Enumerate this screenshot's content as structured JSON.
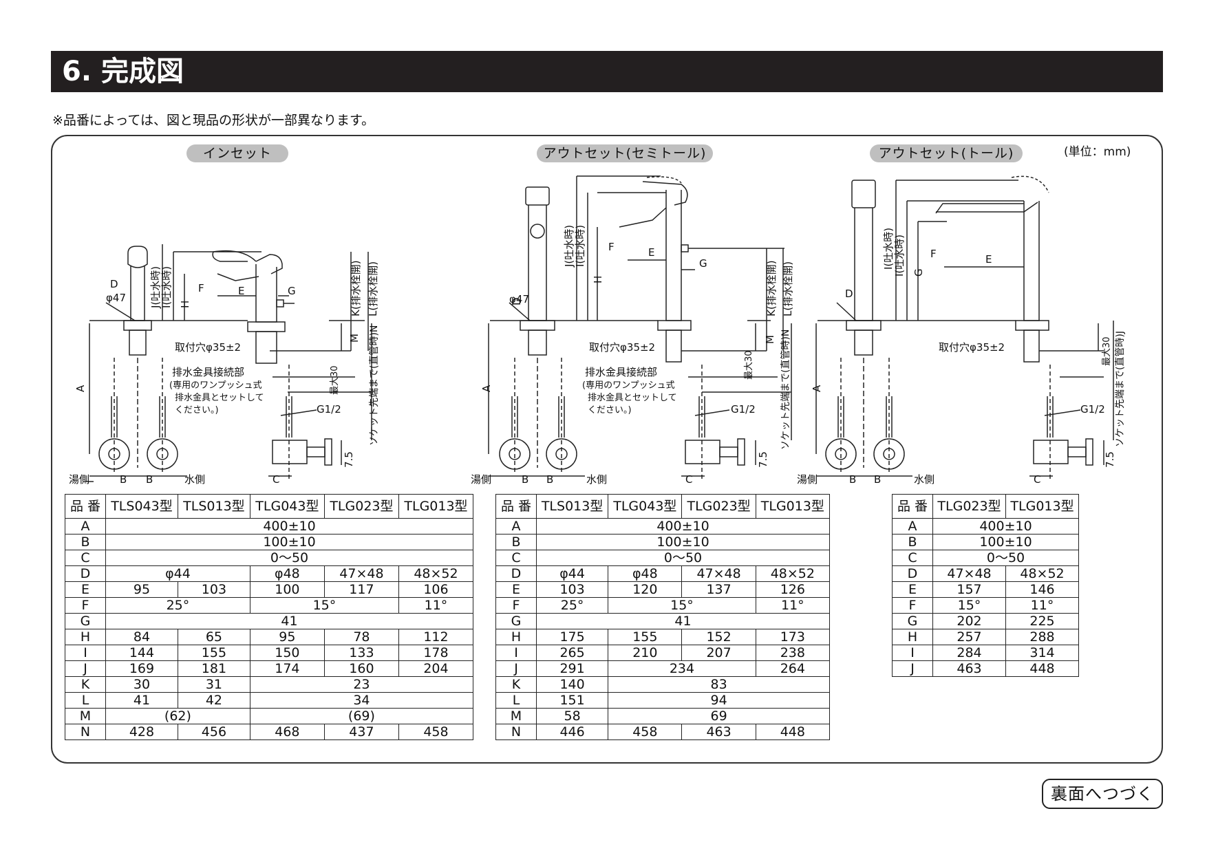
{
  "section_title": "6. 完成図",
  "note": "※品番によっては、図と現品の形状が一部異なります。",
  "unit": "(単位：mm)",
  "continue_label": "裏面へつづく",
  "panels": [
    {
      "title": "インセット"
    },
    {
      "title": "アウトセット(セミトール)"
    },
    {
      "title": "アウトセット(トール)"
    }
  ],
  "labels": {
    "D": "D",
    "phi47": "φ47",
    "J_spout": "J(吐水時)",
    "I_spout": "I(吐水時)",
    "H": "H",
    "G": "G",
    "F": "F",
    "E": "E",
    "A": "A",
    "B": "B",
    "C": "C",
    "M": "M",
    "K_open": "K(排水栓開)",
    "L_open": "L(排水栓開)",
    "N_socket": "ソケット先端まで(直管時)N",
    "J_socket": "ソケット先端まで(直管時)J",
    "hole": "取付穴φ35±2",
    "drain_title": "排水金具接続部",
    "drain_note1": "(専用のワンプッシュ式",
    "drain_note2": "排水金具とセットして",
    "drain_note3": "ください。)",
    "max30": "最大30",
    "g12": "G1/2",
    "d75": "7.5",
    "hot_side": "湯側",
    "water_side": "水側"
  },
  "tables": [
    {
      "key_header": "品 番",
      "columns": [
        "TLS043型",
        "TLS013型",
        "TLG043型",
        "TLG023型",
        "TLG013型"
      ],
      "rows": [
        {
          "key": "A",
          "cells": [
            {
              "v": "400±10",
              "span": 5
            }
          ]
        },
        {
          "key": "B",
          "cells": [
            {
              "v": "100±10",
              "span": 5
            }
          ]
        },
        {
          "key": "C",
          "cells": [
            {
              "v": "0〜50",
              "span": 5
            }
          ]
        },
        {
          "key": "D",
          "cells": [
            {
              "v": "φ44",
              "span": 2
            },
            {
              "v": "φ48",
              "span": 1
            },
            {
              "v": "47×48",
              "span": 1
            },
            {
              "v": "48×52",
              "span": 1
            }
          ]
        },
        {
          "key": "E",
          "cells": [
            {
              "v": "95",
              "span": 1
            },
            {
              "v": "103",
              "span": 1
            },
            {
              "v": "100",
              "span": 1
            },
            {
              "v": "117",
              "span": 1
            },
            {
              "v": "106",
              "span": 1
            }
          ]
        },
        {
          "key": "F",
          "cells": [
            {
              "v": "25°",
              "span": 2
            },
            {
              "v": "15°",
              "span": 2
            },
            {
              "v": "11°",
              "span": 1
            }
          ]
        },
        {
          "key": "G",
          "cells": [
            {
              "v": "41",
              "span": 5
            }
          ]
        },
        {
          "key": "H",
          "cells": [
            {
              "v": "84",
              "span": 1
            },
            {
              "v": "65",
              "span": 1
            },
            {
              "v": "95",
              "span": 1
            },
            {
              "v": "78",
              "span": 1
            },
            {
              "v": "112",
              "span": 1
            }
          ]
        },
        {
          "key": "I",
          "cells": [
            {
              "v": "144",
              "span": 1
            },
            {
              "v": "155",
              "span": 1
            },
            {
              "v": "150",
              "span": 1
            },
            {
              "v": "133",
              "span": 1
            },
            {
              "v": "178",
              "span": 1
            }
          ]
        },
        {
          "key": "J",
          "cells": [
            {
              "v": "169",
              "span": 1
            },
            {
              "v": "181",
              "span": 1
            },
            {
              "v": "174",
              "span": 1
            },
            {
              "v": "160",
              "span": 1
            },
            {
              "v": "204",
              "span": 1
            }
          ]
        },
        {
          "key": "K",
          "cells": [
            {
              "v": "30",
              "span": 1
            },
            {
              "v": "31",
              "span": 1
            },
            {
              "v": "23",
              "span": 3
            }
          ]
        },
        {
          "key": "L",
          "cells": [
            {
              "v": "41",
              "span": 1
            },
            {
              "v": "42",
              "span": 1
            },
            {
              "v": "34",
              "span": 3
            }
          ]
        },
        {
          "key": "M",
          "cells": [
            {
              "v": "(62)",
              "span": 2
            },
            {
              "v": "(69)",
              "span": 3
            }
          ]
        },
        {
          "key": "N",
          "cells": [
            {
              "v": "428",
              "span": 1
            },
            {
              "v": "456",
              "span": 1
            },
            {
              "v": "468",
              "span": 1
            },
            {
              "v": "437",
              "span": 1
            },
            {
              "v": "458",
              "span": 1
            }
          ]
        }
      ]
    },
    {
      "key_header": "品 番",
      "columns": [
        "TLS013型",
        "TLG043型",
        "TLG023型",
        "TLG013型"
      ],
      "rows": [
        {
          "key": "A",
          "cells": [
            {
              "v": "400±10",
              "span": 4
            }
          ]
        },
        {
          "key": "B",
          "cells": [
            {
              "v": "100±10",
              "span": 4
            }
          ]
        },
        {
          "key": "C",
          "cells": [
            {
              "v": "0〜50",
              "span": 4
            }
          ]
        },
        {
          "key": "D",
          "cells": [
            {
              "v": "φ44",
              "span": 1
            },
            {
              "v": "φ48",
              "span": 1
            },
            {
              "v": "47×48",
              "span": 1
            },
            {
              "v": "48×52",
              "span": 1
            }
          ]
        },
        {
          "key": "E",
          "cells": [
            {
              "v": "103",
              "span": 1
            },
            {
              "v": "120",
              "span": 1
            },
            {
              "v": "137",
              "span": 1
            },
            {
              "v": "126",
              "span": 1
            }
          ]
        },
        {
          "key": "F",
          "cells": [
            {
              "v": "25°",
              "span": 1
            },
            {
              "v": "15°",
              "span": 2
            },
            {
              "v": "11°",
              "span": 1
            }
          ]
        },
        {
          "key": "G",
          "cells": [
            {
              "v": "41",
              "span": 4
            }
          ]
        },
        {
          "key": "H",
          "cells": [
            {
              "v": "175",
              "span": 1
            },
            {
              "v": "155",
              "span": 1
            },
            {
              "v": "152",
              "span": 1
            },
            {
              "v": "173",
              "span": 1
            }
          ]
        },
        {
          "key": "I",
          "cells": [
            {
              "v": "265",
              "span": 1
            },
            {
              "v": "210",
              "span": 1
            },
            {
              "v": "207",
              "span": 1
            },
            {
              "v": "238",
              "span": 1
            }
          ]
        },
        {
          "key": "J",
          "cells": [
            {
              "v": "291",
              "span": 1
            },
            {
              "v": "234",
              "span": 2
            },
            {
              "v": "264",
              "span": 1
            }
          ]
        },
        {
          "key": "K",
          "cells": [
            {
              "v": "140",
              "span": 1
            },
            {
              "v": "83",
              "span": 3
            }
          ]
        },
        {
          "key": "L",
          "cells": [
            {
              "v": "151",
              "span": 1
            },
            {
              "v": "94",
              "span": 3
            }
          ]
        },
        {
          "key": "M",
          "cells": [
            {
              "v": "58",
              "span": 1
            },
            {
              "v": "69",
              "span": 3
            }
          ]
        },
        {
          "key": "N",
          "cells": [
            {
              "v": "446",
              "span": 1
            },
            {
              "v": "458",
              "span": 1
            },
            {
              "v": "463",
              "span": 1
            },
            {
              "v": "448",
              "span": 1
            }
          ]
        }
      ]
    },
    {
      "key_header": "品 番",
      "columns": [
        "TLG023型",
        "TLG013型"
      ],
      "rows": [
        {
          "key": "A",
          "cells": [
            {
              "v": "400±10",
              "span": 2
            }
          ]
        },
        {
          "key": "B",
          "cells": [
            {
              "v": "100±10",
              "span": 2
            }
          ]
        },
        {
          "key": "C",
          "cells": [
            {
              "v": "0〜50",
              "span": 2
            }
          ]
        },
        {
          "key": "D",
          "cells": [
            {
              "v": "47×48",
              "span": 1
            },
            {
              "v": "48×52",
              "span": 1
            }
          ]
        },
        {
          "key": "E",
          "cells": [
            {
              "v": "157",
              "span": 1
            },
            {
              "v": "146",
              "span": 1
            }
          ]
        },
        {
          "key": "F",
          "cells": [
            {
              "v": "15°",
              "span": 1
            },
            {
              "v": "11°",
              "span": 1
            }
          ]
        },
        {
          "key": "G",
          "cells": [
            {
              "v": "202",
              "span": 1
            },
            {
              "v": "225",
              "span": 1
            }
          ]
        },
        {
          "key": "H",
          "cells": [
            {
              "v": "257",
              "span": 1
            },
            {
              "v": "288",
              "span": 1
            }
          ]
        },
        {
          "key": "I",
          "cells": [
            {
              "v": "284",
              "span": 1
            },
            {
              "v": "314",
              "span": 1
            }
          ]
        },
        {
          "key": "J",
          "cells": [
            {
              "v": "463",
              "span": 1
            },
            {
              "v": "448",
              "span": 1
            }
          ]
        }
      ]
    }
  ]
}
